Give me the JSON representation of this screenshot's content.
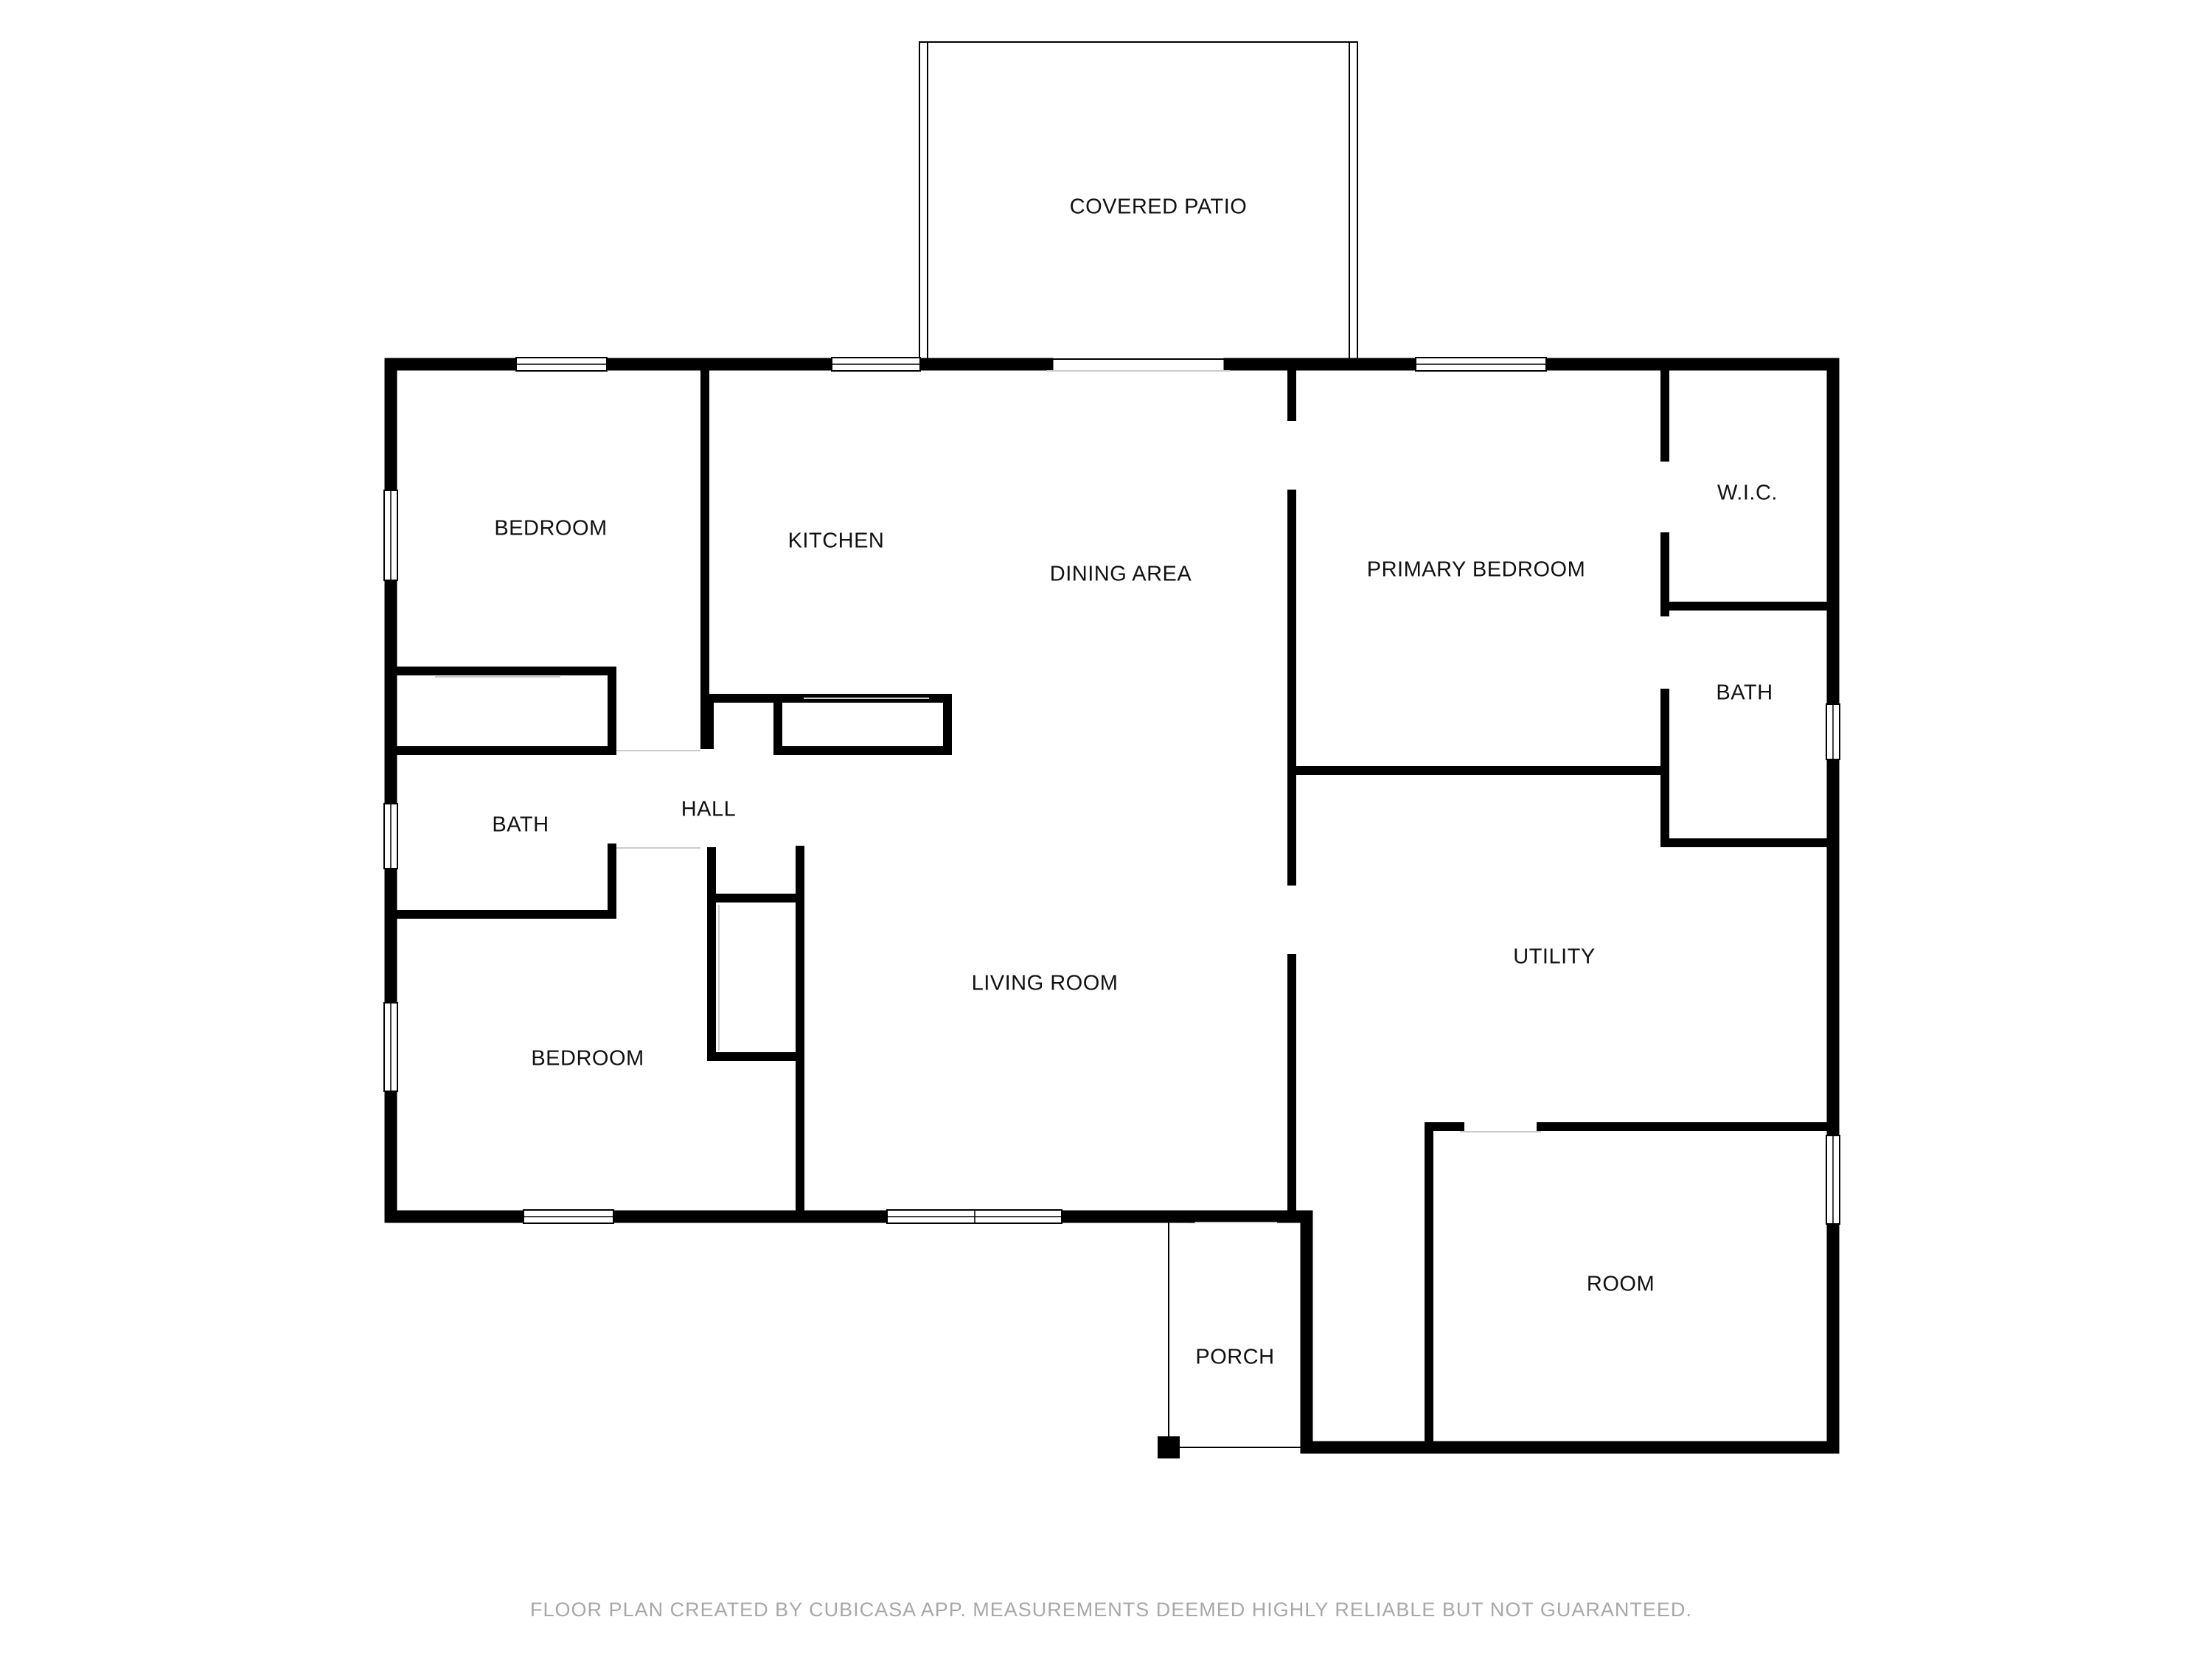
{
  "rooms": {
    "covered_patio": "COVERED PATIO",
    "bedroom_top": "BEDROOM",
    "kitchen": "KITCHEN",
    "dining_area": "DINING AREA",
    "primary_bedroom": "PRIMARY BEDROOM",
    "wic": "W.I.C.",
    "bath_right": "BATH",
    "bath_left": "BATH",
    "hall": "HALL",
    "living_room": "LIVING ROOM",
    "utility": "UTILITY",
    "bedroom_bottom": "BEDROOM",
    "room": "ROOM",
    "porch": "PORCH"
  },
  "footer": {
    "disclaimer": "FLOOR PLAN CREATED BY CUBICASA APP. MEASUREMENTS DEEMED HIGHLY RELIABLE BUT NOT GUARANTEED."
  },
  "colors": {
    "wall": "#000000",
    "background": "#ffffff",
    "disclaimer": "#a8a8a8"
  }
}
